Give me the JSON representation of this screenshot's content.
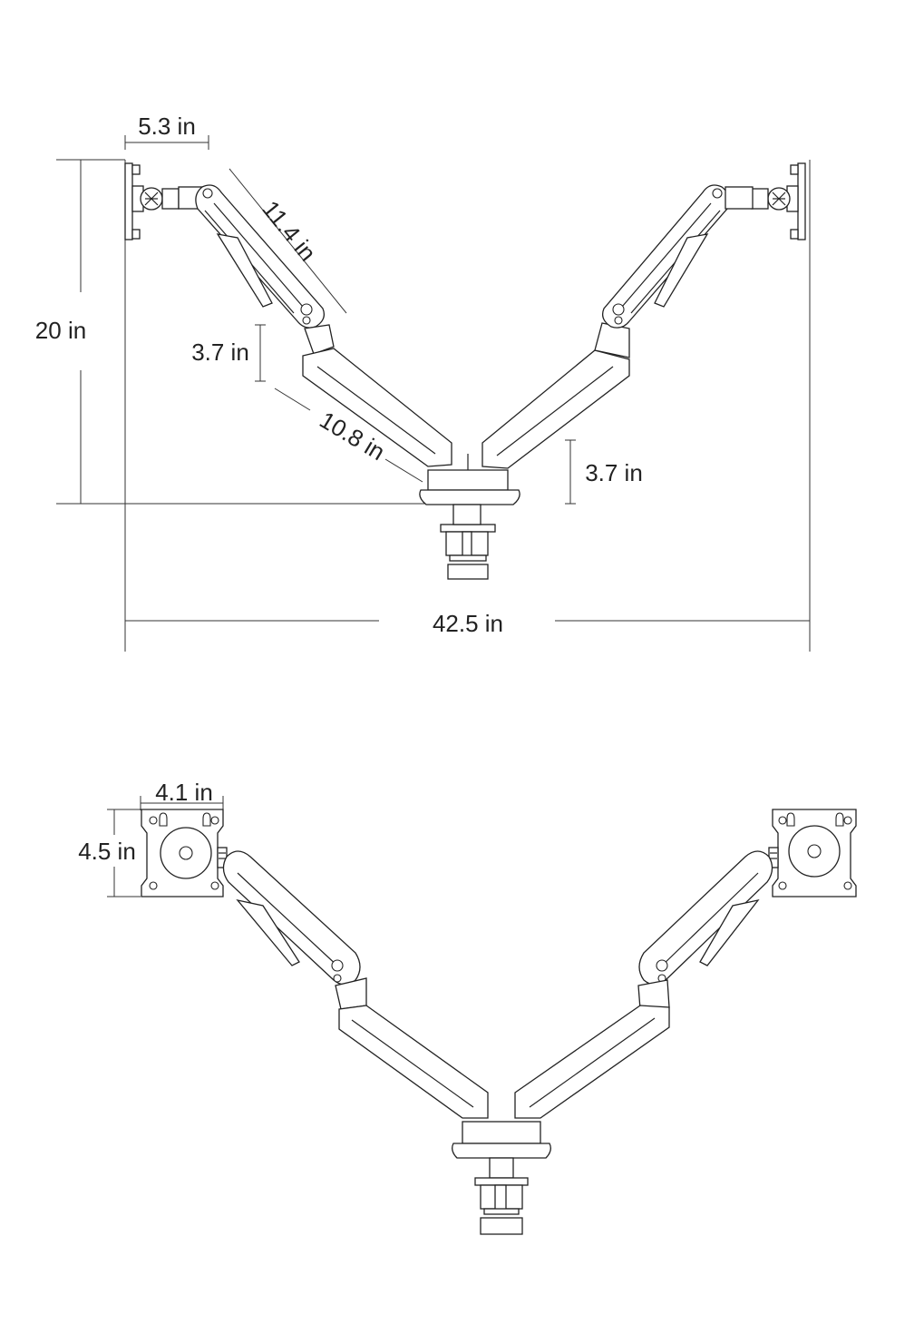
{
  "side_view": {
    "dims": {
      "mount_width": "5.3 in",
      "upper_arm": "11.4 in",
      "height": "20 in",
      "elbow_height": "3.7 in",
      "lower_arm": "10.8 in",
      "base_height": "3.7 in",
      "total_width": "42.5 in"
    }
  },
  "front_view": {
    "dims": {
      "vesa_width": "4.1 in",
      "vesa_height": "4.5 in"
    }
  }
}
